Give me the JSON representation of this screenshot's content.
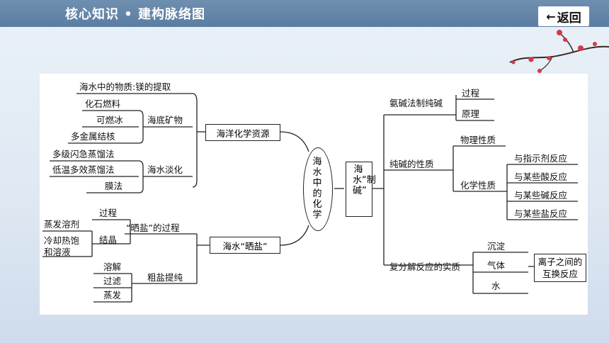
{
  "header": {
    "title": "核心知识 • 建构脉络图",
    "back_label": "返回",
    "back_arrow": "←"
  },
  "diagram": {
    "center_left": "海水中的化学",
    "center_right": "海水“制碱”",
    "left": {
      "resources": {
        "label": "海洋化学资源",
        "mg": "海水中的物质:镁的提取",
        "mineral": {
          "label": "海底矿物",
          "items": [
            "化石燃料",
            "可燃冰",
            "多金属结核"
          ]
        },
        "desal": {
          "label": "海水淡化",
          "items": [
            "多级闪急蒸馏法",
            "低温多效蒸馏法",
            "膜法"
          ]
        }
      },
      "salt": {
        "label": "海水“晒盐”",
        "process": {
          "label": "“晒盐”的过程",
          "guocheng": "过程",
          "jiejing": "结晶",
          "methods": [
            "蒸发溶剂",
            "冷却热饱和溶液"
          ]
        },
        "purify": {
          "label": "粗盐提纯",
          "items": [
            "溶解",
            "过滤",
            "蒸发"
          ]
        }
      }
    },
    "right": {
      "ammonia": {
        "label": "氨碱法制纯碱",
        "items": [
          "过程",
          "原理"
        ]
      },
      "props": {
        "label": "纯碱的性质",
        "physical": "物理性质",
        "chemical": {
          "label": "化学性质",
          "items": [
            "与指示剂反应",
            "与某些酸反应",
            "与某些碱反应",
            "与某些盐反应"
          ]
        }
      },
      "double": {
        "label": "复分解反应的实质",
        "items": [
          "沉淀",
          "气体",
          "水"
        ],
        "essence": "离子之间的互换反应"
      }
    }
  }
}
